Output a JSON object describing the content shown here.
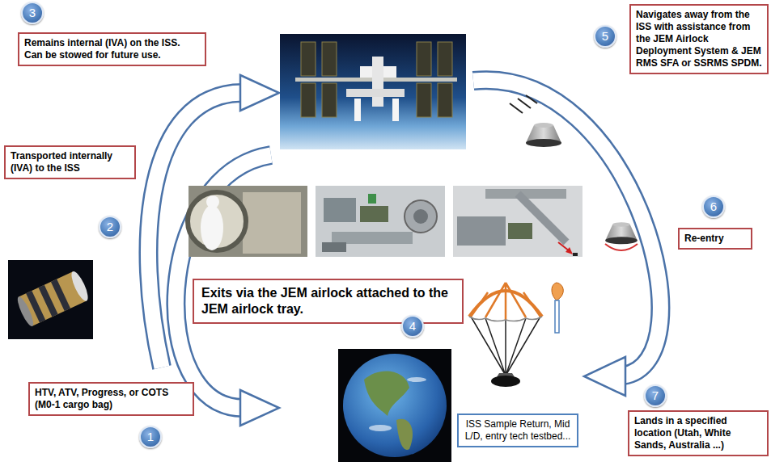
{
  "diagram": {
    "nodes": [
      {
        "text": [
          "3"
        ]
      },
      {
        "text": [
          "Remains internal (IVA) on the ISS. Can be stowed for future use."
        ]
      },
      {
        "text": [
          "Transported internally (IVA) to the ISS"
        ]
      },
      {
        "text": [
          "2"
        ]
      },
      {
        "text": [
          "HTV, ATV, Progress, or COTS (M0-1 cargo bag)"
        ]
      },
      {
        "text": [
          "1"
        ]
      },
      {
        "text": [
          "Exits via the JEM airlock attached to the JEM airlock tray."
        ]
      },
      {
        "text": [
          "4"
        ]
      },
      {
        "text": [
          "5"
        ]
      },
      {
        "text": [
          "Navigates away from the ISS with assistance from the JEM Airlock Deployment System & JEM RMS SFA or SSRMS SPDM."
        ]
      },
      {
        "text": [
          "6"
        ]
      },
      {
        "text": [
          "Re-entry"
        ]
      },
      {
        "text": [
          "ISS Sample Return, Mid L/D, entry tech testbed..."
        ]
      },
      {
        "text": [
          "7"
        ]
      },
      {
        "text": [
          "Lands in a specified location (Utah, White Sands, Australia ...)"
        ]
      }
    ]
  }
}
